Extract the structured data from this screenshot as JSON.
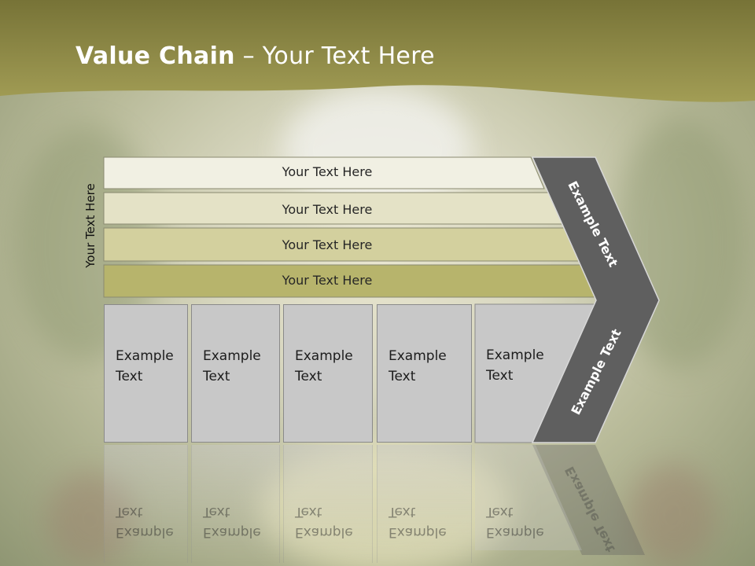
{
  "slide": {
    "title_bold": "Value Chain",
    "title_rest": " – Your Text Here",
    "vertical_label": "Your Text Here"
  },
  "bars": [
    {
      "label": "Your Text Here",
      "color": "#f1f0e3"
    },
    {
      "label": "Your Text Here",
      "color": "#e4e2c6"
    },
    {
      "label": "Your Text Here",
      "color": "#d3d09e"
    },
    {
      "label": "Your Text Here",
      "color": "#b7b46c"
    }
  ],
  "boxes": [
    {
      "label": "Example Text"
    },
    {
      "label": "Example Text"
    },
    {
      "label": "Example Text"
    },
    {
      "label": "Example Text"
    },
    {
      "label": "Example Text"
    }
  ],
  "chevron": {
    "upper_label": "Example Text",
    "lower_label": "Example Text",
    "color": "#5f5f5f"
  },
  "colors": {
    "header_olive": "#8e8a45",
    "box_gray": "#c8c8c8"
  }
}
